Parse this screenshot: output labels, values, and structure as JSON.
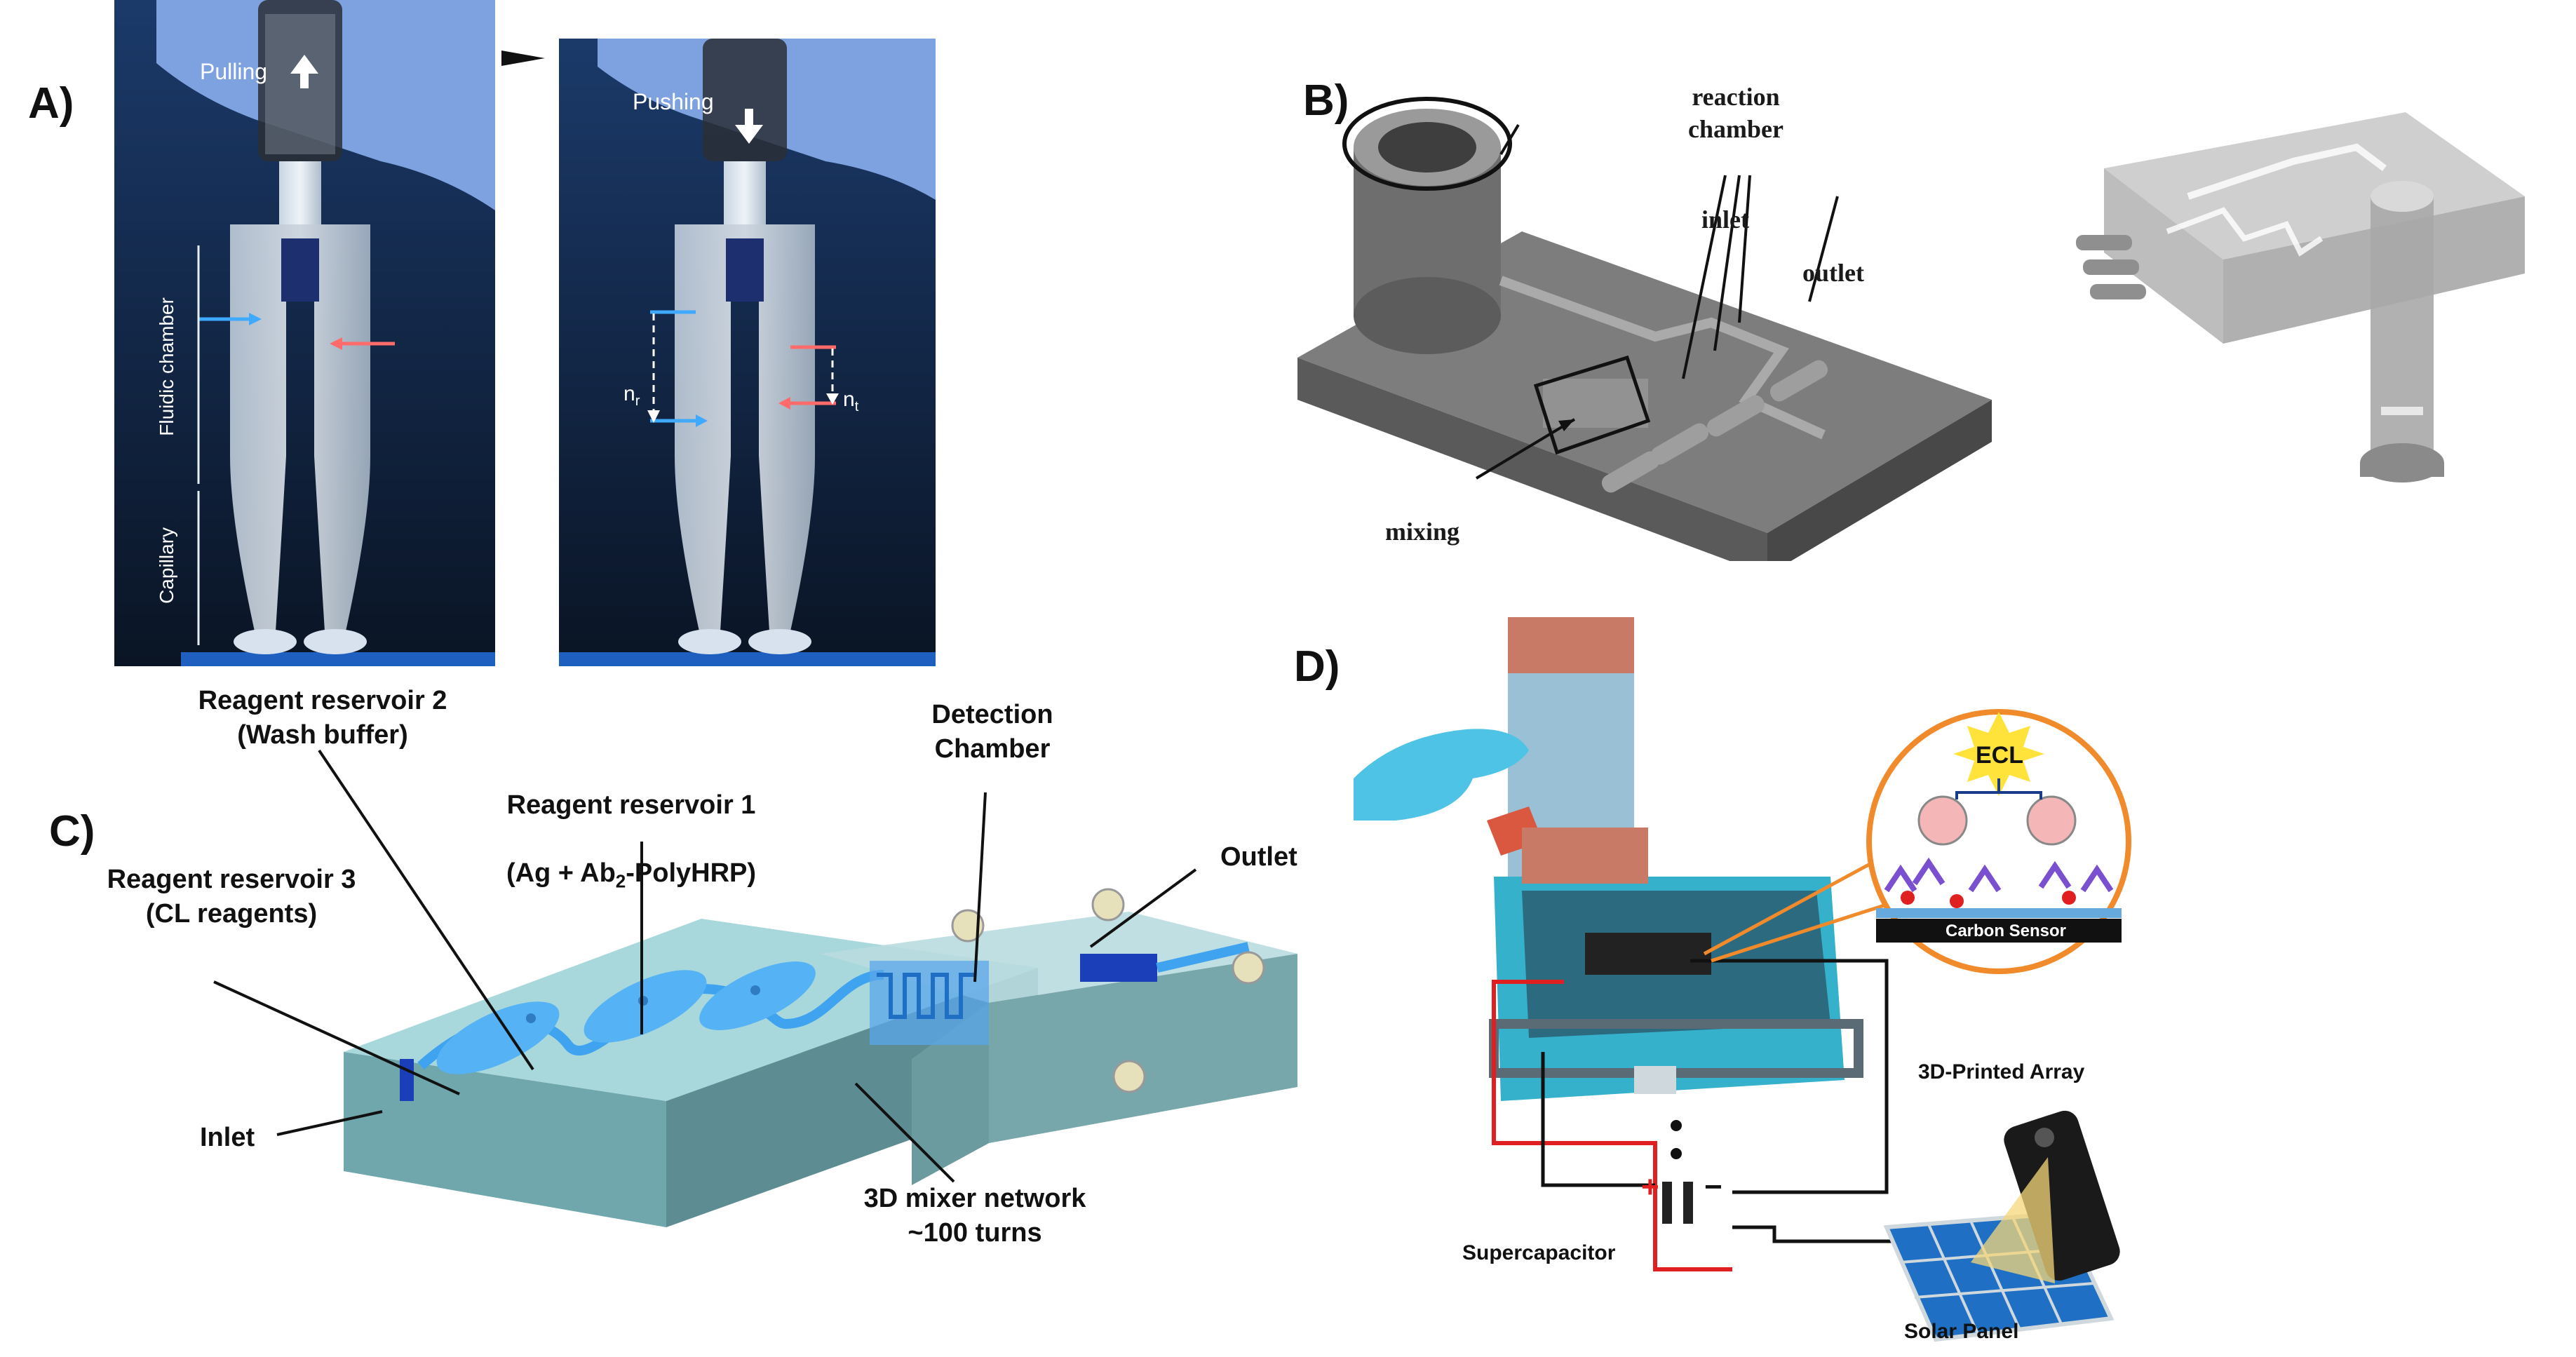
{
  "panels": {
    "a": {
      "letter": "A)",
      "photo1": {
        "action": "Pulling",
        "chamber_label": "Fluidic chamber",
        "capillary_label": "Capillary"
      },
      "photo2": {
        "action": "Pushing",
        "nr_base": "n",
        "nr_sub": "r",
        "nt_base": "n",
        "nt_sub": "t"
      }
    },
    "b": {
      "letter": "B)",
      "reaction_chamber": "reaction\nchamber",
      "inlet": "inlet",
      "outlet": "outlet",
      "mixing": "mixing"
    },
    "c": {
      "letter": "C)",
      "reservoir2": "Reagent reservoir 2\n(Wash buffer)",
      "reservoir1_line1": "Reagent reservoir 1",
      "reservoir1_line2_pre": "(Ag + Ab",
      "reservoir1_sub": "2",
      "reservoir1_line2_post": "-PolyHRP)",
      "reservoir3": "Reagent reservoir 3\n(CL reagents)",
      "detection": "Detection\nChamber",
      "outlet": "Outlet",
      "inlet": "Inlet",
      "mixer": "3D mixer network\n~100 turns"
    },
    "d": {
      "letter": "D)",
      "ecl": "ECL",
      "carbon_sensor": "Carbon Sensor",
      "array": "3D-Printed Array",
      "supercapacitor": "Supercapacitor",
      "solar_panel": "Solar Panel",
      "plus": "+",
      "minus": "−"
    }
  }
}
